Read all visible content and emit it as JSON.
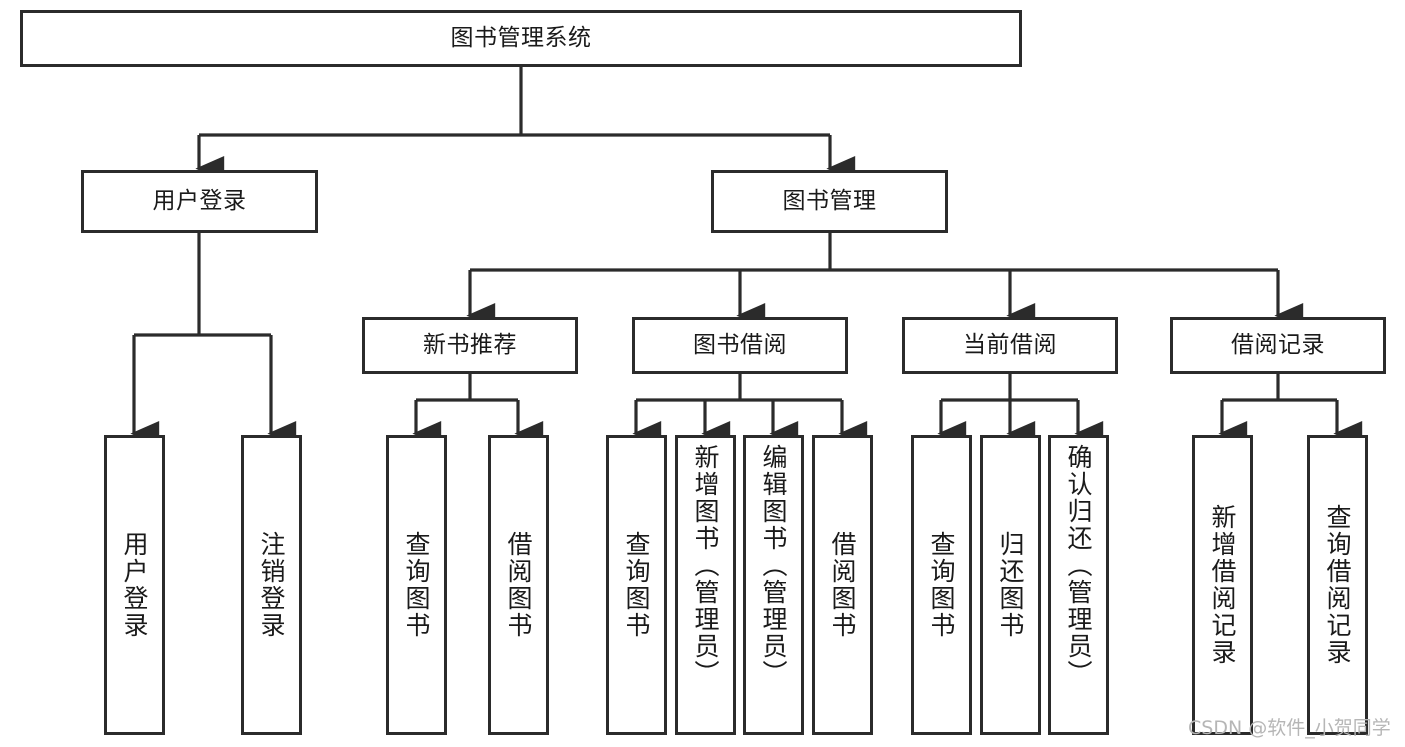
{
  "diagram": {
    "title": "图书管理系统",
    "type": "tree",
    "colors": {
      "box_border": "#2b2b2b",
      "box_fill": "#ffffff",
      "connector": "#2b2b2b",
      "text": "#1a1a1a",
      "watermark": "#b6b6b6",
      "background": "#ffffff"
    },
    "root": {
      "label": "图书管理系统"
    },
    "level2": [
      {
        "label": "用户登录"
      },
      {
        "label": "图书管理"
      }
    ],
    "level3": [
      {
        "label": "新书推荐"
      },
      {
        "label": "图书借阅"
      },
      {
        "label": "当前借阅"
      },
      {
        "label": "借阅记录"
      }
    ],
    "leaves": {
      "user_login": [
        {
          "label": "用户登录"
        },
        {
          "label": "注销登录"
        }
      ],
      "new_book": [
        {
          "label": "查询图书"
        },
        {
          "label": "借阅图书"
        }
      ],
      "book_borrow": [
        {
          "label": "查询图书"
        },
        {
          "label": "新增图书（管理员）"
        },
        {
          "label": "编辑图书（管理员）"
        },
        {
          "label": "借阅图书"
        }
      ],
      "current_borrow": [
        {
          "label": "查询图书"
        },
        {
          "label": "归还图书"
        },
        {
          "label": "确认归还（管理员）"
        }
      ],
      "borrow_record": [
        {
          "label": "新增借阅记录"
        },
        {
          "label": "查询借阅记录"
        }
      ]
    }
  },
  "watermark": {
    "text": "CSDN @软件_小贺同学"
  }
}
